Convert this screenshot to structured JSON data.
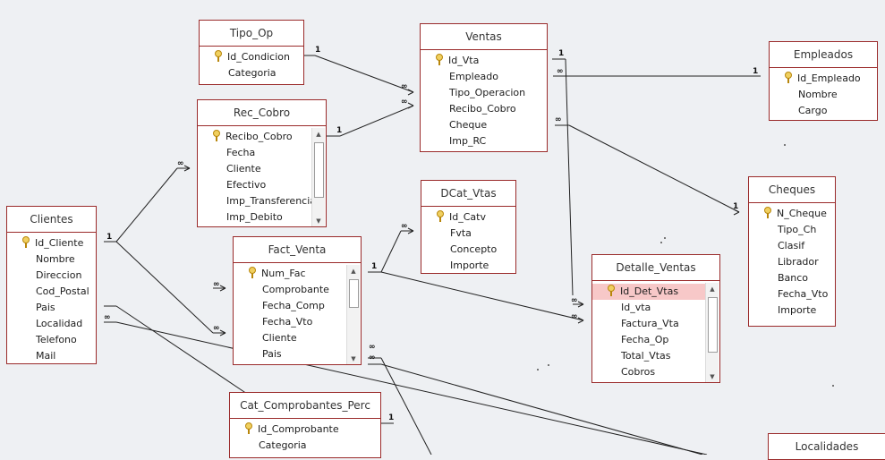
{
  "tables": {
    "tipo_op": {
      "title": "Tipo_Op",
      "fields": [
        "Id_Condicion",
        "Categoria"
      ]
    },
    "ventas": {
      "title": "Ventas",
      "fields": [
        "Id_Vta",
        "Empleado",
        "Tipo_Operacion",
        "Recibo_Cobro",
        "Cheque",
        "Imp_RC"
      ]
    },
    "empleados": {
      "title": "Empleados",
      "fields": [
        "Id_Empleado",
        "Nombre",
        "Cargo"
      ]
    },
    "rec_cobro": {
      "title": "Rec_Cobro",
      "fields": [
        "Recibo_Cobro",
        "Fecha",
        "Cliente",
        "Efectivo",
        "Imp_Transferencia",
        "Imp_Debito"
      ]
    },
    "dcat_vtas": {
      "title": "DCat_Vtas",
      "fields": [
        "Id_Catv",
        "Fvta",
        "Concepto",
        "Importe"
      ]
    },
    "cheques": {
      "title": "Cheques",
      "fields": [
        "N_Cheque",
        "Tipo_Ch",
        "Clasif",
        "Librador",
        "Banco",
        "Fecha_Vto",
        "Importe"
      ]
    },
    "clientes": {
      "title": "Clientes",
      "fields": [
        "Id_Cliente",
        "Nombre",
        "Direccion",
        "Cod_Postal",
        "Pais",
        "Localidad",
        "Telefono",
        "Mail"
      ]
    },
    "fact_venta": {
      "title": "Fact_Venta",
      "fields": [
        "Num_Fac",
        "Comprobante",
        "Fecha_Comp",
        "Fecha_Vto",
        "Cliente",
        "Pais"
      ]
    },
    "detalle_ventas": {
      "title": "Detalle_Ventas",
      "fields": [
        "Id_Det_Vtas",
        "Id_vta",
        "Factura_Vta",
        "Fecha_Op",
        "Total_Vtas",
        "Cobros"
      ]
    },
    "cat_comprobantes_perc": {
      "title": "Cat_Comprobantes_Perc",
      "fields": [
        "Id_Comprobante",
        "Categoria"
      ]
    },
    "localidades": {
      "title": "Localidades",
      "fields": []
    }
  },
  "cardinality": {
    "one": "1",
    "many": "∞"
  },
  "colors": {
    "table_border": "#9a2a2a",
    "selected_field": "#f7c8c8",
    "background": "#eef0f3"
  }
}
